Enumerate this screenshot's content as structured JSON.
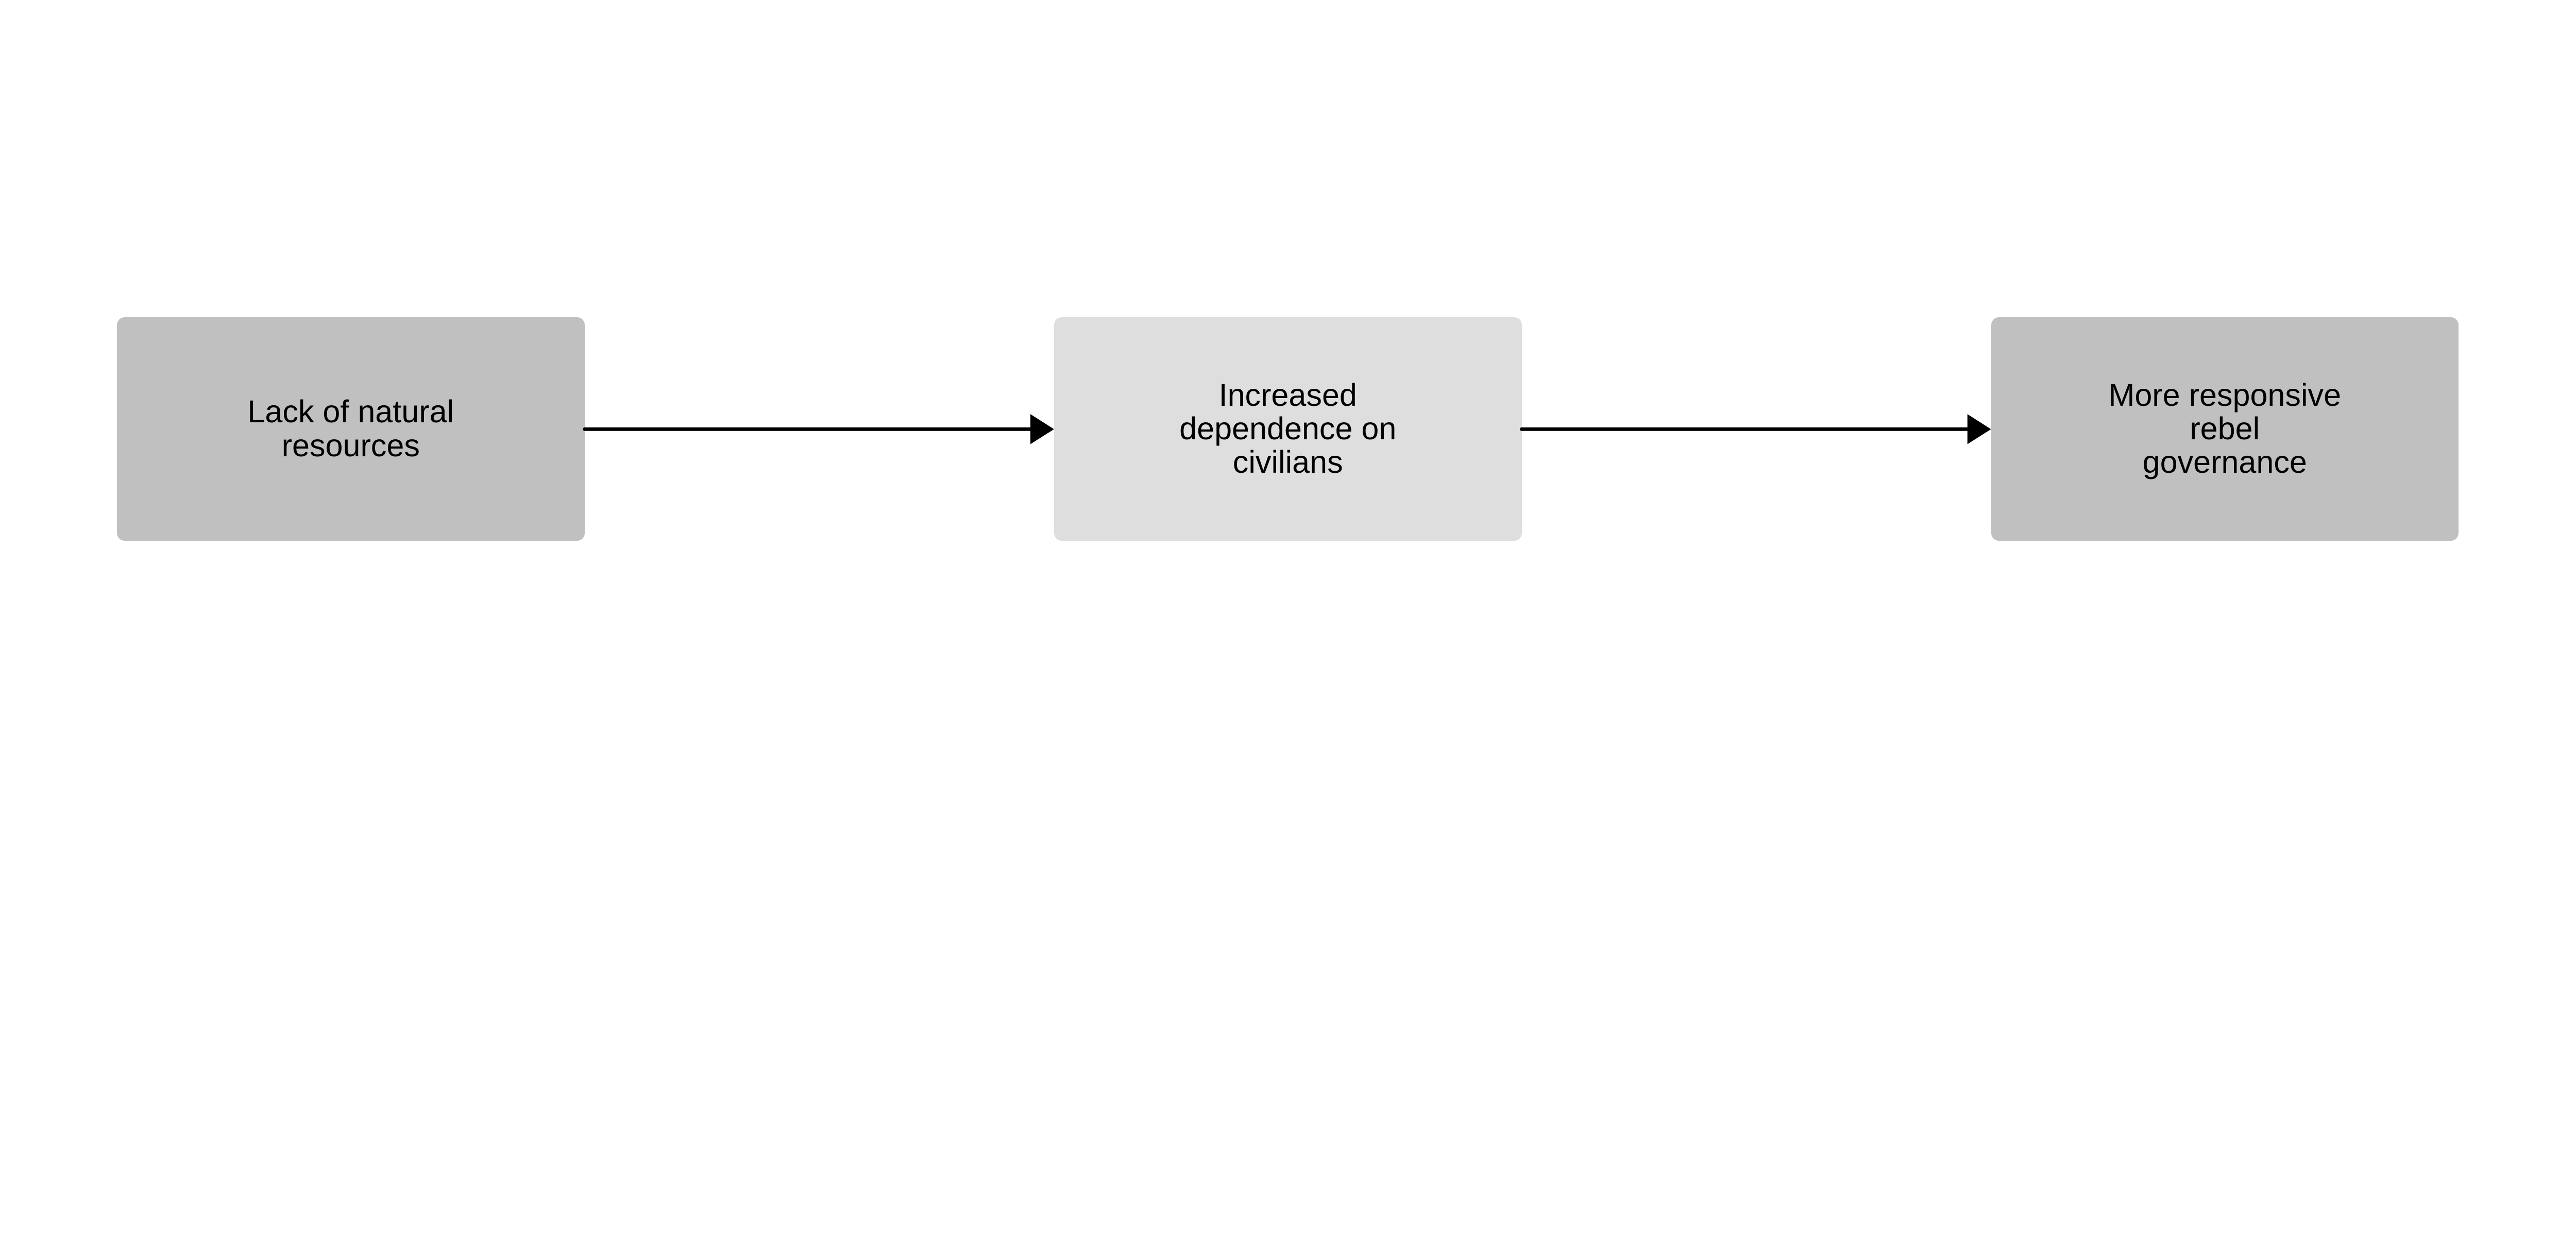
{
  "nodes": [
    {
      "label": "Lack of natural\nresources",
      "color": "#c0c0c0"
    },
    {
      "label": "Increased\ndependence on\ncivilians",
      "color": "#dedede"
    },
    {
      "label": "More responsive\nrebel\ngovernance",
      "color": "#c0c0c0"
    }
  ],
  "edges": [
    {
      "from": "Lack of natural resources",
      "to": "Increased dependence on civilians"
    },
    {
      "from": "Increased dependence on civilians",
      "to": "More responsive rebel governance"
    }
  ],
  "arrow_color": "#000000"
}
